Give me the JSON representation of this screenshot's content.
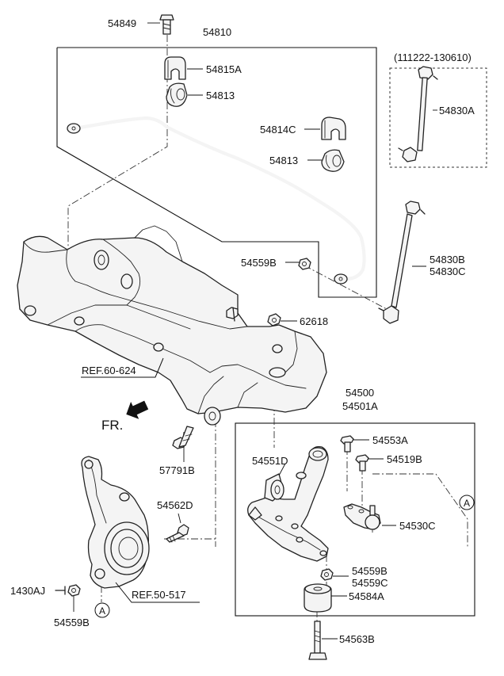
{
  "labels": {
    "l54849": "54849",
    "l54810": "54810",
    "l54815A": "54815A",
    "l54813a": "54813",
    "l54814C": "54814C",
    "l54813b": "54813",
    "l54559B_top": "54559B",
    "l62618": "62618",
    "lref60": "REF.60-624",
    "lfr": "FR.",
    "l57791B": "57791B",
    "l54562D": "54562D",
    "l1430AJ": "1430AJ",
    "l54559B_bot": "54559B",
    "lref50": "REF.50-517",
    "lcircleA_left": "A",
    "l54500": "54500",
    "l54501A": "54501A",
    "l54553A": "54553A",
    "l54519B": "54519B",
    "l54551D": "54551D",
    "l54530C": "54530C",
    "lcircleA_right": "A",
    "l54559B_mid": "54559B",
    "l54559C": "54559C",
    "l54584A": "54584A",
    "l54563B": "54563B",
    "ldate": "(111222-130610)",
    "l54830A": "54830A",
    "l54830B": "54830B",
    "l54830C": "54830C"
  }
}
